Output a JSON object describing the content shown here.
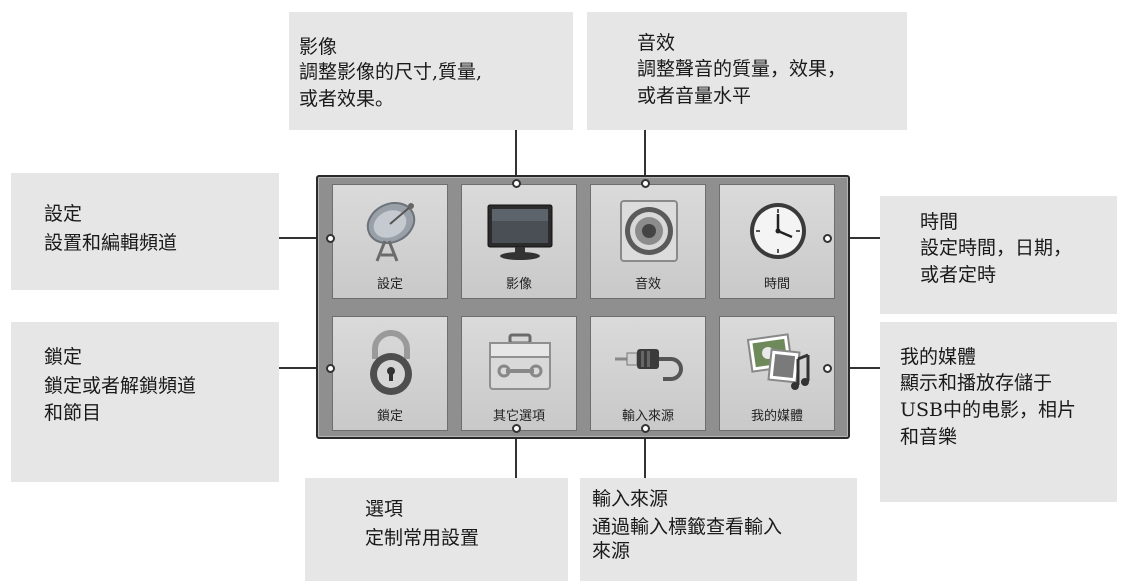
{
  "tiles": [
    {
      "label": "設定",
      "icon": "satellite-dish-icon"
    },
    {
      "label": "影像",
      "icon": "tv-monitor-icon"
    },
    {
      "label": "音效",
      "icon": "speaker-icon"
    },
    {
      "label": "時間",
      "icon": "clock-icon"
    },
    {
      "label": "鎖定",
      "icon": "padlock-icon"
    },
    {
      "label": "其它選項",
      "icon": "toolbox-icon"
    },
    {
      "label": "輸入來源",
      "icon": "cable-plug-icon"
    },
    {
      "label": "我的媒體",
      "icon": "media-photo-music-icon"
    }
  ],
  "callouts": {
    "setup": {
      "title": "設定",
      "desc": "設置和編輯頻道"
    },
    "picture": {
      "title": "影像",
      "desc": "調整影像的尺寸,質量,\n或者效果。"
    },
    "audio": {
      "title": "音效",
      "desc": "調整聲音的質量，效果，\n或者音量水平"
    },
    "time": {
      "title": "時間",
      "desc": "設定時間，日期，\n或者定時"
    },
    "lock": {
      "title": "鎖定",
      "desc": "鎖定或者解鎖頻道\n和節目"
    },
    "option": {
      "title": "選項",
      "desc": "定制常用設置"
    },
    "input": {
      "title": "輸入來源",
      "desc": "通過輸入標籤查看輸入\n來源"
    },
    "mymedia": {
      "title": "我的媒體",
      "desc": "顯示和播放存儲于\nUSB中的电影，相片\n和音樂"
    }
  },
  "colors": {
    "panel": "#8f8f8f",
    "tile": "#d2d2d2",
    "callout": "#e6e6e6",
    "line": "#333333"
  }
}
